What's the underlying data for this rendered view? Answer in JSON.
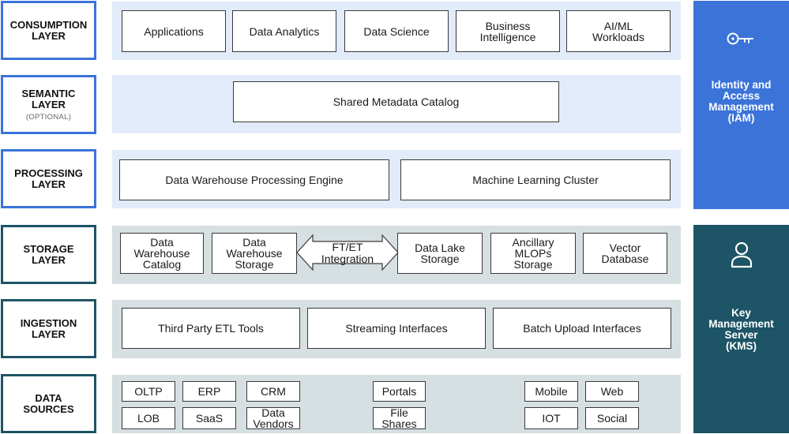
{
  "layers": {
    "consumption": {
      "label": "CONSUMPTION\nLAYER"
    },
    "semantic": {
      "label": "SEMANTIC\nLAYER",
      "sublabel": "(OPTIONAL)"
    },
    "processing": {
      "label": "PROCESSING\nLAYER"
    },
    "storage": {
      "label": "STORAGE\nLAYER"
    },
    "ingestion": {
      "label": "INGESTION\nLAYER"
    },
    "sources": {
      "label": "DATA\nSOURCES"
    }
  },
  "consumption_items": [
    "Applications",
    "Data Analytics",
    "Data Science",
    "Business\nIntelligence",
    "AI/ML\nWorkloads"
  ],
  "semantic_items": [
    "Shared Metadata Catalog"
  ],
  "processing_items": [
    "Data Warehouse Processing Engine",
    "Machine Learning Cluster"
  ],
  "storage_items": {
    "dw_catalog": "Data\nWarehouse\nCatalog",
    "dw_storage": "Data\nWarehouse\nStorage",
    "integration": "FT/ET\nIntegration",
    "lake_storage": "Data Lake\nStorage",
    "mlops_storage": "Ancillary\nMLOPs\nStorage",
    "vector_db": "Vector\nDatabase"
  },
  "ingestion_items": [
    "Third Party ETL Tools",
    "Streaming Interfaces",
    "Batch Upload Interfaces"
  ],
  "source_items": {
    "oltp": "OLTP",
    "erp": "ERP",
    "crm": "CRM",
    "lob": "LOB",
    "saas": "SaaS",
    "data_vendors": "Data\nVendors",
    "portals": "Portals",
    "file_shares": "File\nShares",
    "mobile": "Mobile",
    "web": "Web",
    "iot": "IOT",
    "social": "Social"
  },
  "side_panels": {
    "iam": {
      "label": "Identity and\nAccess\nManagement\n(IAM)",
      "icon": "key-icon",
      "color": "#3b73d9"
    },
    "kms": {
      "label": "Key\nManagement\nServer\n(KMS)",
      "icon": "user-icon",
      "color": "#1d5466"
    }
  },
  "colors": {
    "blue_border": "#3b73d9",
    "teal_border": "#1d5466",
    "blue_band": "#e1ebfa",
    "gray_band": "#d6dfe2"
  }
}
